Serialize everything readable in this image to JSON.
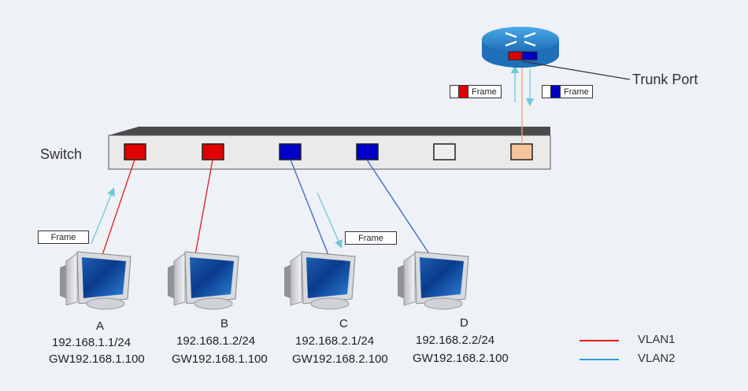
{
  "labels": {
    "switch": "Switch",
    "trunk_port": "Trunk Port",
    "frame": "Frame"
  },
  "hosts": [
    {
      "id": "A",
      "ip": "192.168.1.1/24",
      "gw": "GW192.168.1.100",
      "vlan": "VLAN1"
    },
    {
      "id": "B",
      "ip": "192.168.1.2/24",
      "gw": "GW192.168.1.100",
      "vlan": "VLAN1"
    },
    {
      "id": "C",
      "ip": "192.168.2.1/24",
      "gw": "GW192.168.2.100",
      "vlan": "VLAN2"
    },
    {
      "id": "D",
      "ip": "192.168.2.2/24",
      "gw": "GW192.168.2.100",
      "vlan": "VLAN2"
    }
  ],
  "legend": [
    {
      "label": "VLAN1",
      "color": "#e01b1b"
    },
    {
      "label": "VLAN2",
      "color": "#2f9fd0"
    }
  ],
  "colors": {
    "vlan1_port": "#e00000",
    "vlan2_port": "#0000c8",
    "trunk_port": "#f5c49a",
    "empty_port": "#eeeeee",
    "vlan1_link": "#e01b1b",
    "vlan2_link": "#3b62c4",
    "trunk_link": "#e8a27c",
    "arrow": "#6ccad6",
    "router_body": "#2a8fd6"
  }
}
